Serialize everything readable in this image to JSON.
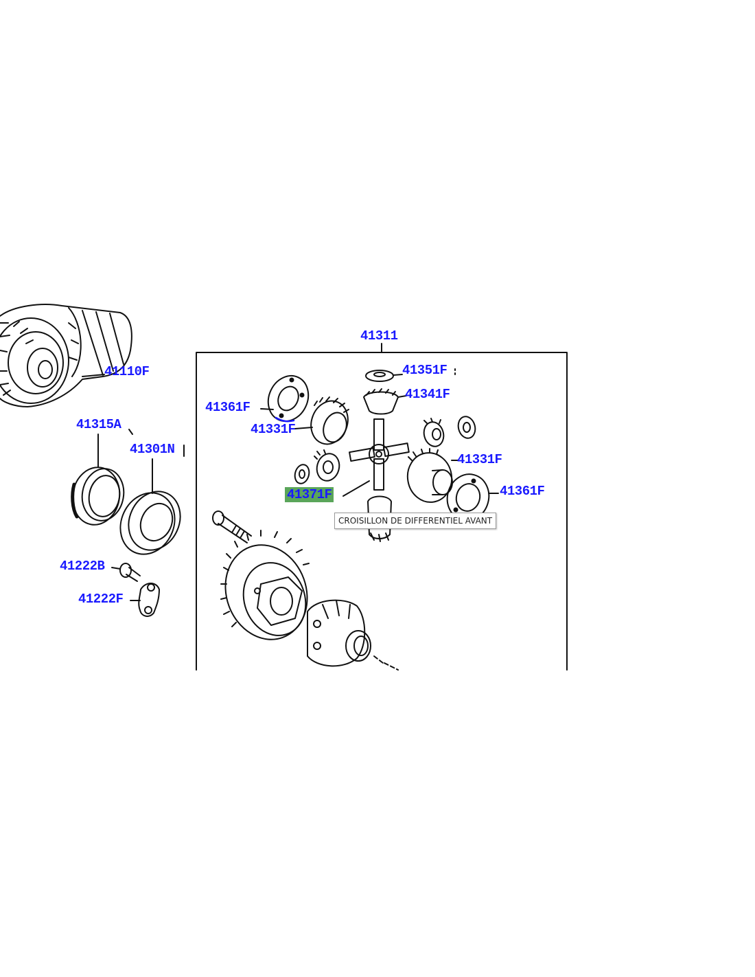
{
  "parts": {
    "p41311": "41311",
    "p41110F": "41110F",
    "p41351F": "41351F",
    "p41341F": "41341F",
    "p41361F_left": "41361F",
    "p41331F_left": "41331F",
    "p41315A": "41315A",
    "p41301N": "41301N",
    "p41331F_right": "41331F",
    "p41371F": "41371F",
    "p41361F_right": "41361F",
    "p41222B": "41222B",
    "p41222F": "41222F"
  },
  "highlighted_part": "41371F",
  "tooltip": {
    "text": "CROISILLON DE DIFFERENTIEL AVANT"
  },
  "colors": {
    "label": "#1a1aff",
    "highlight": "#5aa55a",
    "line": "#111111"
  }
}
